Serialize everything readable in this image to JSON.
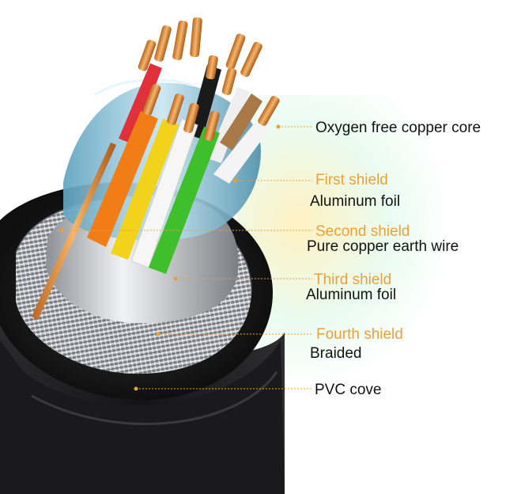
{
  "labels": {
    "core": "Oxygen free copper core",
    "first_shield": "First shield",
    "first_material": "Aluminum foil",
    "second_shield": "Second shield",
    "second_material": "Pure copper earth wire",
    "third_shield": "Third shield",
    "third_material": "Aluminum foil",
    "fourth_shield": "Fourth shield",
    "fourth_material": "Braided",
    "jacket": "PVC cove"
  },
  "colors": {
    "accent": "#e8a13a",
    "text": "#111111",
    "jacket": "#1c1c1e",
    "copper": "#d98a3a",
    "foil": "#9ac6d8",
    "wire_orange": "#f07d16",
    "wire_yellow": "#f2d21a",
    "wire_white": "#f4f4f4",
    "wire_green": "#3fbf2c",
    "wire_red": "#e0303a"
  }
}
